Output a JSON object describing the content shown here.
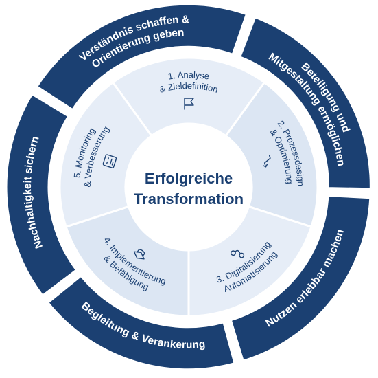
{
  "center": {
    "line1": "Erfolgreiche",
    "line2": "Transformation"
  },
  "inner_segments": [
    {
      "id": "analyse",
      "line1": "1. Analyse",
      "line2": "& Zieldefinition",
      "icon": "flag-icon"
    },
    {
      "id": "prozess",
      "line1": "2. Prozessdesign",
      "line2": "& Optimierung",
      "icon": "route-arrow-icon"
    },
    {
      "id": "digital",
      "line1": "3. Digitalisierung",
      "line2": "Automatisierung",
      "icon": "workflow-nodes-icon"
    },
    {
      "id": "implement",
      "line1": "4. Implementierung",
      "line2": "& Befähigung",
      "icon": "graduation-cap-icon"
    },
    {
      "id": "monitoring",
      "line1": "5. Monitoring",
      "line2": "& Verbesserung",
      "icon": "dashboard-icon"
    }
  ],
  "outer_segments": [
    {
      "id": "verstaendnis",
      "line1": "Verständnis schaffen &",
      "line2": "Orientierung geben"
    },
    {
      "id": "beteiligung",
      "line1": "Beteiligung und",
      "line2": "Mitgestaltung ermöglichen"
    },
    {
      "id": "nutzen",
      "line1": "Nutzen erlebbar machen",
      "line2": ""
    },
    {
      "id": "begleitung",
      "line1": "Begleitung & Verankerung",
      "line2": ""
    },
    {
      "id": "nachhaltigkeit",
      "line1": "Nachhaltigkeit sichern",
      "line2": ""
    }
  ],
  "colors": {
    "outer_ring": "#1b4072",
    "inner_light": "#e6edf7",
    "inner_alt": "#dce6f3",
    "center_fill": "#ffffff",
    "text_dark": "#1b4072"
  }
}
